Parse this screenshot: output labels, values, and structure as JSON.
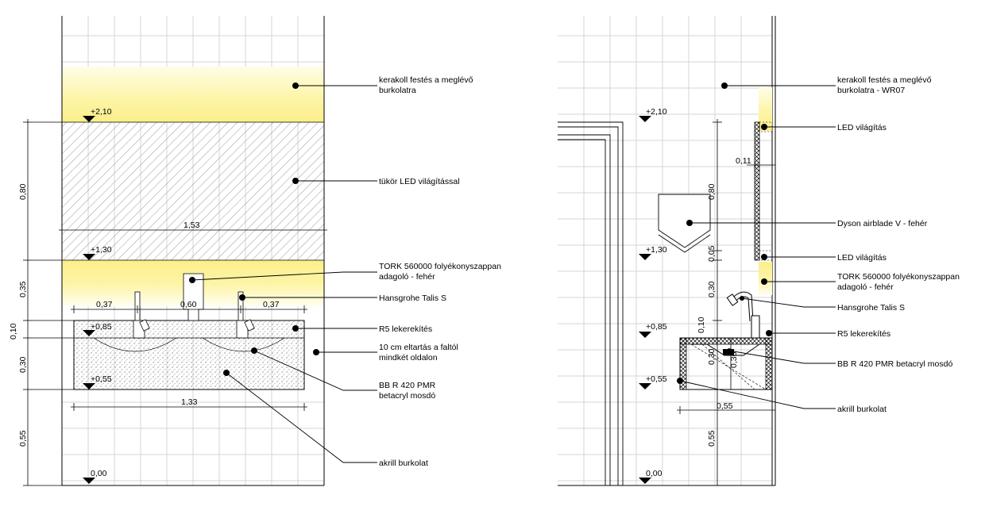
{
  "colors": {
    "highlight": "#fdf4a5",
    "line": "#000000",
    "grid": "#d4d4d4"
  },
  "left_view": {
    "levels": [
      "+2,10",
      "+1,30",
      "+0,85",
      "+0,55",
      "0,00"
    ],
    "vertical_dims": [
      "0,80",
      "0,35",
      "0,10",
      "0,30",
      "0,55"
    ],
    "horizontal_dims": [
      "1,53",
      "0,37",
      "0,60",
      "0,37",
      "1,33"
    ],
    "callouts": [
      "kerakoll festés a meglévő",
      "burkolatra",
      "tükör LED világítással",
      "TORK 560000 folyékonyszappan",
      "adagoló - fehér",
      "Hansgrohe Talis S",
      "R5 lekerekítés",
      "10 cm eltartás a faltól",
      "mindkét oldalon",
      "BB R 420 PMR",
      "betacryl mosdó",
      "akrill burkolat"
    ]
  },
  "right_view": {
    "levels": [
      "+2,10",
      "+1,30",
      "+0,85",
      "+0,55",
      "0,00"
    ],
    "vertical_dims": [
      "0,80",
      "0,05",
      "0,30",
      "0,10",
      "0,30",
      "0,36",
      "0,55"
    ],
    "horizontal_dims": [
      "0,11",
      "0,55"
    ],
    "callouts": [
      "kerakoll festés a meglévő",
      "burkolatra - WR07",
      "LED világítás",
      "Dyson airblade V - fehér",
      "LED világítás",
      "TORK 560000 folyékonyszappan",
      "adagoló - fehér",
      "Hansgrohe Talis S",
      "R5 lekerekítés",
      "BB R 420 PMR betacryl mosdó",
      "akrill burkolat"
    ]
  }
}
